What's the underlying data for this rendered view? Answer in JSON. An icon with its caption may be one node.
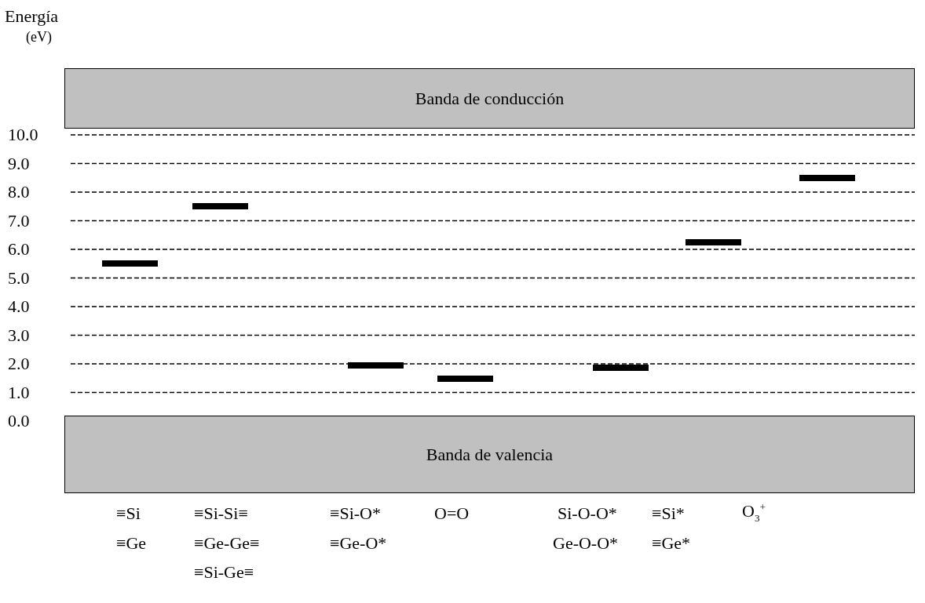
{
  "diagram": {
    "nodes": [
      {
        "text": [
          "Banda de conducción"
        ]
      },
      {
        "text": [
          "Banda de valencia"
        ]
      },
      {
        "text": [],
        "shape": "bar"
      },
      {
        "text": [],
        "shape": "bar"
      },
      {
        "text": [],
        "shape": "bar"
      },
      {
        "text": [],
        "shape": "bar"
      },
      {
        "text": [],
        "shape": "bar"
      },
      {
        "text": [],
        "shape": "bar"
      },
      {
        "text": [],
        "shape": "bar"
      }
    ],
    "labels": [
      "Energía",
      "(eV)",
      "10.0",
      "9.0",
      "8.0",
      "7.0",
      "6.0",
      "5.0",
      "4.0",
      "3.0",
      "2.0",
      "1.0",
      "0.0",
      "≡Si",
      "≡Si-Si≡",
      "≡Si-O*",
      "O=O",
      "Si-O-O*",
      "≡Si*",
      "O$_{3}$$^{+}$",
      "≡Ge",
      "≡Ge-Ge≡",
      "≡Ge-O*",
      "Ge-O-O*",
      "≡Ge*",
      "≡Si-Ge≡"
    ]
  }
}
